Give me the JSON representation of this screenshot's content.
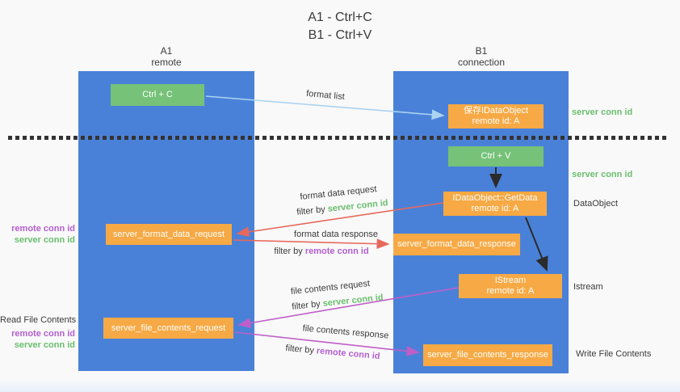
{
  "title": {
    "line1": "A1 - Ctrl+C",
    "line2": "B1 - Ctrl+V"
  },
  "lanes": {
    "left": {
      "name": "A1",
      "role": "remote"
    },
    "right": {
      "name": "B1",
      "role": "connection"
    }
  },
  "nodes": {
    "ctrl_c": {
      "label": "Ctrl + C"
    },
    "ctrl_v": {
      "label": "Ctrl + V"
    },
    "save_idataobject": {
      "line1": "保存IDataObject",
      "line2": "remote id: A"
    },
    "getdata": {
      "line1": "IDataObject::GetData",
      "line2": "remote id: A"
    },
    "istream": {
      "line1": "IStream",
      "line2": "remote id: A"
    },
    "server_format_data_request": {
      "label": "server_format_data_request"
    },
    "server_format_data_response": {
      "label": "server_format_data_response"
    },
    "server_file_contents_request": {
      "label": "server_file_contents_request"
    },
    "server_file_contents_response": {
      "label": "server_file_contents_response"
    }
  },
  "edges": {
    "format_list": {
      "label": "format list"
    },
    "format_data_request": {
      "label": "format data request",
      "filter_prefix": "filter by ",
      "filter_key": "server conn id"
    },
    "format_data_response": {
      "label": "format data response",
      "filter_prefix": "filter by ",
      "filter_key": "remote conn id"
    },
    "file_contents_request": {
      "label": "file contents request",
      "filter_prefix": "filter by ",
      "filter_key": "server conn id"
    },
    "file_contents_response": {
      "label": "file contents response",
      "filter_prefix": "filter by ",
      "filter_key": "remote conn id"
    }
  },
  "side_labels": {
    "server_conn_id_top": "server conn id",
    "server_conn_id_mid": "server conn id",
    "dataobject": "DataObject",
    "istream": "Istream",
    "write_file_contents": "Write File Contents",
    "read_file_contents": "Read File Contents",
    "remote_conn_id_mid": "remote conn id",
    "server_conn_id_left_mid": "server conn id",
    "remote_conn_id_bottom": "remote conn id",
    "server_conn_id_left_bottom": "server conn id"
  },
  "colors": {
    "lane_blue": "#4a81d8",
    "node_orange": "#f6a944",
    "node_green": "#75c278",
    "label_green": "#6abf6e",
    "label_purple": "#b35fd0",
    "arrow_light_blue": "#aad3f0",
    "arrow_salmon": "#e7695b",
    "arrow_magenta": "#c05ec8",
    "arrow_black": "#2b2b2b",
    "text_dark": "#3b3b3b",
    "background": "#f9f9f9"
  }
}
